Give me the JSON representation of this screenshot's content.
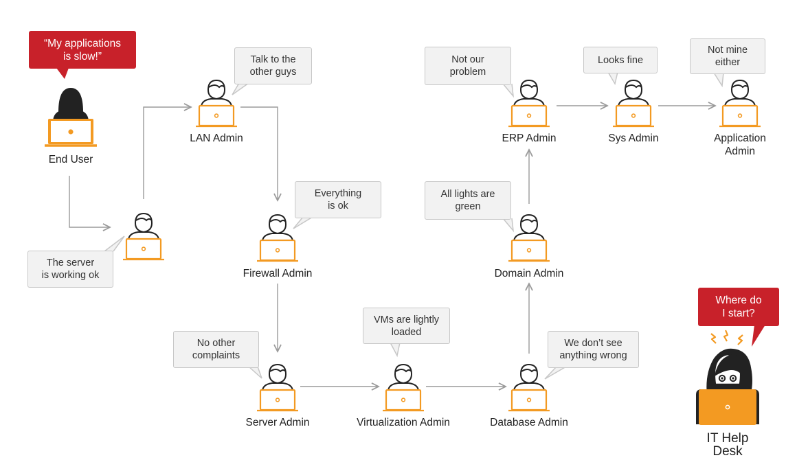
{
  "colors": {
    "accent": "#f39a22",
    "stroke": "#222222",
    "alert": "#c8212a",
    "bubble_fill": "#f2f2f2",
    "bubble_border": "#c7c7c7",
    "arrow": "#9a9a9a"
  },
  "nodes": {
    "end_user": "End User",
    "unlabeled_admin": "",
    "lan_admin": "LAN Admin",
    "firewall_admin": "Firewall Admin",
    "server_admin": "Server Admin",
    "virtualization_admin": "Virtualization Admin",
    "database_admin": "Database Admin",
    "domain_admin": "Domain Admin",
    "erp_admin": "ERP Admin",
    "sys_admin": "Sys Admin",
    "application_admin": "Application\nAdmin",
    "it_help_desk": "IT Help Desk"
  },
  "bubbles": {
    "end_user": "“My applications\nis slow!”",
    "unlabeled_admin": "The server\nis working ok",
    "lan_admin": "Talk to the\nother guys",
    "firewall_admin": "Everything\nis ok",
    "server_admin": "No other\ncomplaints",
    "virtualization_admin": "VMs are lightly\nloaded",
    "database_admin": "We don’t see\nanything wrong",
    "domain_admin": "All lights are\ngreen",
    "erp_admin": "Not our\nproblem",
    "sys_admin": "Looks fine",
    "application_admin": "Not mine\neither",
    "it_help_desk": "Where do\nI start?"
  },
  "icons": [
    "end-user-icon",
    "admin-at-laptop-icon",
    "help-desk-person-icon",
    "alert-spark-icon"
  ]
}
